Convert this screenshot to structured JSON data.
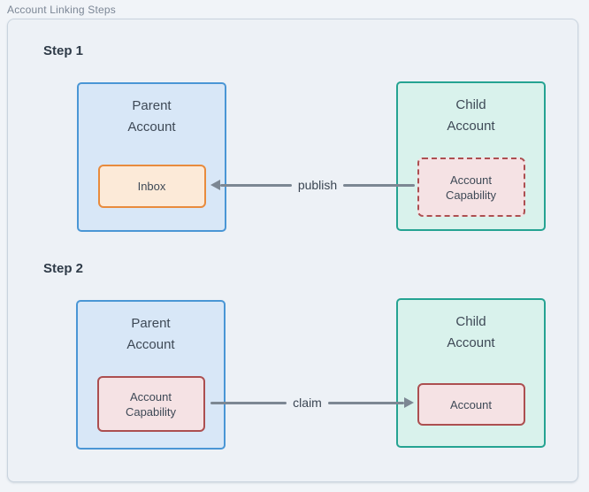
{
  "page": {
    "title": "Account Linking Steps"
  },
  "colors": {
    "page_background": "#f1f4f8",
    "panel_background": "#edf1f6",
    "panel_border": "#c9d3de",
    "parent_fill": "#d8e7f7",
    "parent_border": "#4a96d5",
    "child_fill": "#d9f2ec",
    "child_border": "#25a392",
    "inbox_fill": "#fcead8",
    "inbox_border": "#e88b3d",
    "capability_fill": "#f5e2e4",
    "capability_border": "#ac4f50",
    "arrow": "#7c8793",
    "title_text": "#7b8695",
    "label_text": "#3e4956"
  },
  "steps": [
    {
      "label": "Step 1",
      "parent": {
        "title": "Parent Account",
        "box": {
          "label": "Inbox",
          "border_style": "solid"
        }
      },
      "child": {
        "title": "Child Account",
        "box": {
          "label": "Account Capability",
          "border_style": "dashed"
        }
      },
      "arrow": {
        "label": "publish",
        "direction": "left",
        "from": "child.box",
        "to": "parent.box"
      }
    },
    {
      "label": "Step 2",
      "parent": {
        "title": "Parent Account",
        "box": {
          "label": "Account Capability",
          "border_style": "solid"
        }
      },
      "child": {
        "title": "Child Account",
        "box": {
          "label": "Account",
          "border_style": "solid"
        }
      },
      "arrow": {
        "label": "claim",
        "direction": "right",
        "from": "parent.box",
        "to": "child.box"
      }
    }
  ]
}
